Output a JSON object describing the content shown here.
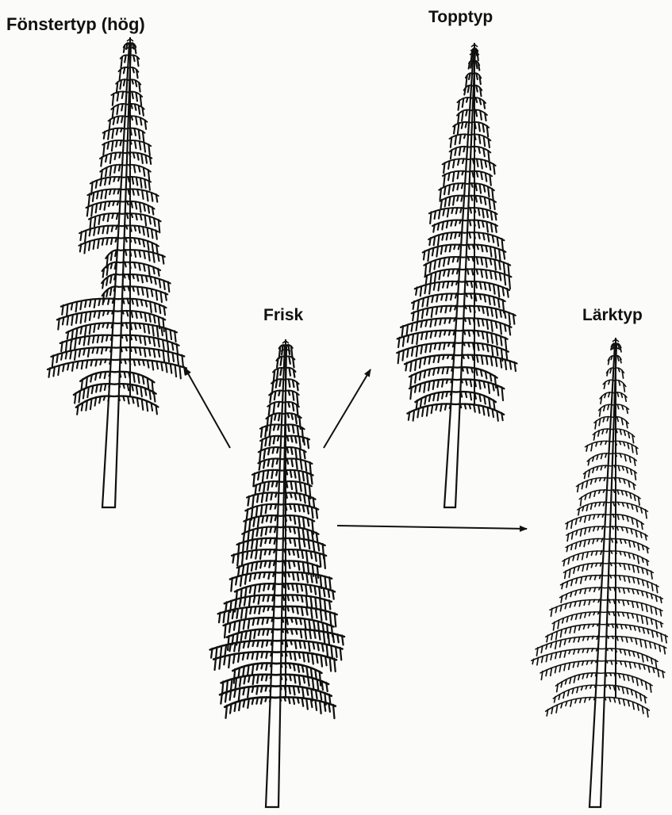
{
  "labels": {
    "fonstertyp": "Fönstertyp (hög)",
    "topptyp": "Topptyp",
    "frisk": "Frisk",
    "larktyp": "Lärktyp"
  },
  "colors": {
    "ink": "#111111",
    "paper": "#fbfbf9"
  },
  "trees": [
    {
      "id": "tree-fonstertyp",
      "type": "fonstertyp"
    },
    {
      "id": "tree-topptyp",
      "type": "topptyp"
    },
    {
      "id": "tree-frisk",
      "type": "frisk"
    },
    {
      "id": "tree-larktyp",
      "type": "larktyp"
    }
  ],
  "arrows": [
    {
      "from": "frisk",
      "to": "fonstertyp"
    },
    {
      "from": "frisk",
      "to": "topptyp"
    },
    {
      "from": "frisk",
      "to": "larktyp"
    }
  ]
}
